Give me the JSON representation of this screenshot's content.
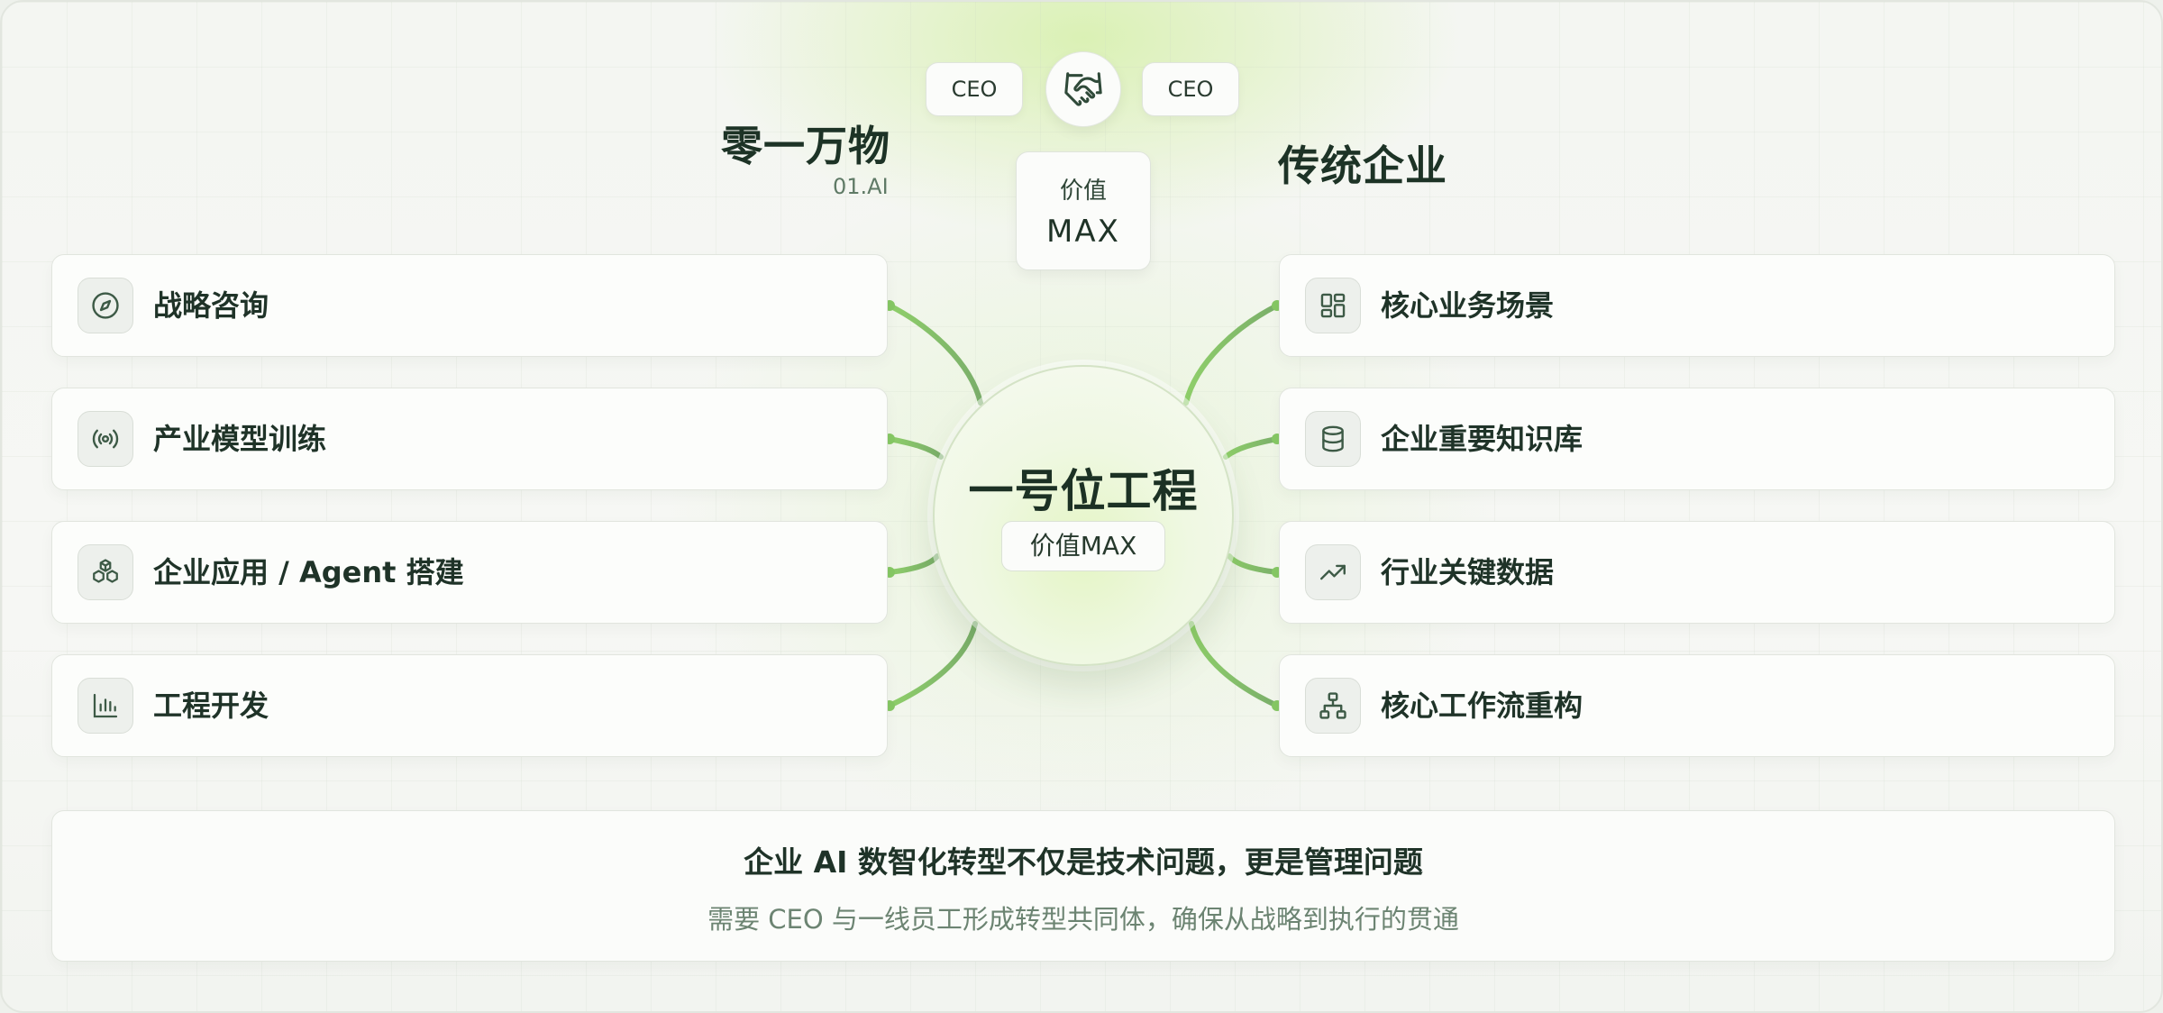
{
  "left_side": {
    "title": "零一万物",
    "subtitle": "01.AI",
    "items": [
      {
        "label": "战略咨询",
        "icon": "compass-icon"
      },
      {
        "label": "产业模型训练",
        "icon": "broadcast-icon"
      },
      {
        "label": "企业应用 / Agent 搭建",
        "icon": "cubes-icon"
      },
      {
        "label": "工程开发",
        "icon": "bar-chart-icon"
      }
    ]
  },
  "right_side": {
    "title": "传统企业",
    "items": [
      {
        "label": "核心业务场景",
        "icon": "dashboard-grid-icon"
      },
      {
        "label": "企业重要知识库",
        "icon": "database-icon"
      },
      {
        "label": "行业关键数据",
        "icon": "trending-up-icon"
      },
      {
        "label": "核心工作流重构",
        "icon": "org-chart-icon"
      }
    ]
  },
  "top": {
    "left_pill": "CEO",
    "right_pill": "CEO",
    "handshake_icon": "handshake-icon",
    "value_label": "价值",
    "value_value": "MAX"
  },
  "hub": {
    "title": "一号位工程",
    "badge": "价值MAX"
  },
  "footer": {
    "title": "企业 AI 数智化转型不仅是技术问题，更是管理问题",
    "subtitle": "需要 CEO 与一线员工形成转型共同体，确保从战略到执行的贯通"
  },
  "colors": {
    "accent_green": "#7fbf5e",
    "text_dark": "#1f3328",
    "text_muted": "#6c8472",
    "icon_stroke": "#3d5a46"
  }
}
